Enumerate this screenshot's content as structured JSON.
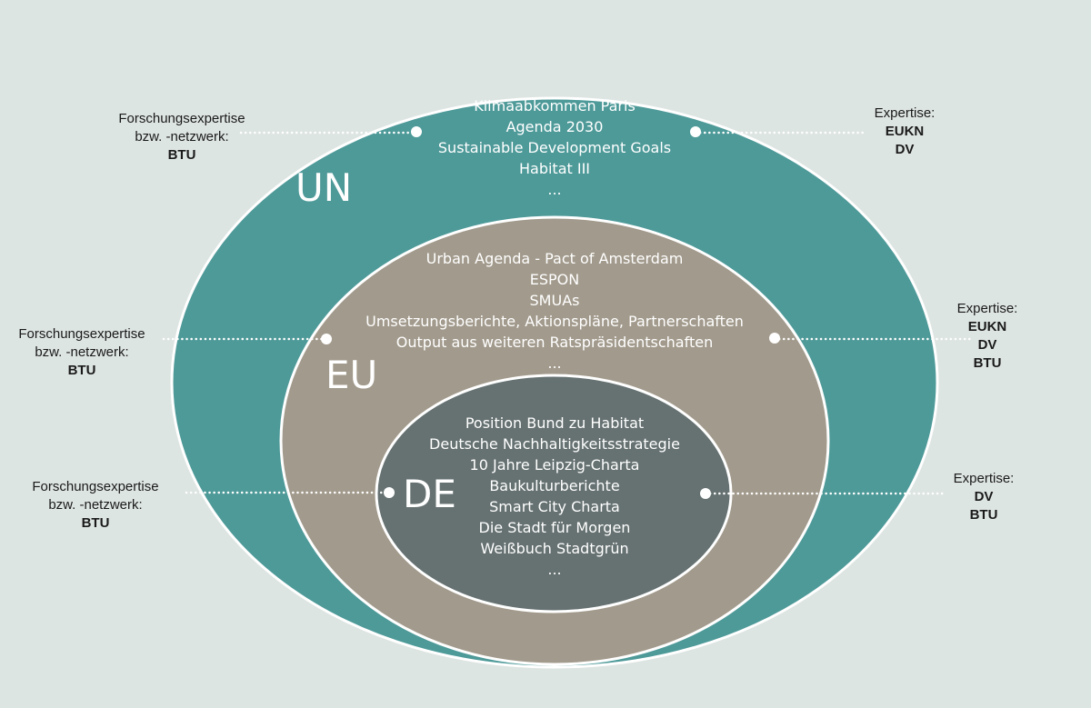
{
  "colors": {
    "background": "#dde5e2",
    "un_ring": "#4e9a99",
    "eu_ring": "#a29a8c",
    "de_ring": "#667171",
    "outline": "#ffffff"
  },
  "levels": {
    "un": {
      "label": "UN",
      "items": [
        "Klimaabkommen Paris",
        "Agenda 2030",
        "Sustainable Development Goals",
        "Habitat III",
        "..."
      ]
    },
    "eu": {
      "label": "EU",
      "items": [
        "Urban Agenda - Pact of Amsterdam",
        "ESPON",
        "SMUAs",
        "Umsetzungsberichte, Aktionspläne, Partnerschaften",
        "Output aus weiteren Ratspräsidentschaften",
        "..."
      ]
    },
    "de": {
      "label": "DE",
      "items": [
        "Position Bund zu Habitat",
        "Deutsche Nachhaltigkeitsstrategie",
        "10 Jahre Leipzig-Charta",
        "Baukulturberichte",
        "Smart City Charta",
        "Die Stadt für Morgen",
        "Weißbuch Stadtgrün",
        "..."
      ]
    }
  },
  "annotations": {
    "un_left": {
      "lines": [
        "Forschungsexpertise",
        "bzw. -netzwerk:"
      ],
      "bold": [
        "BTU"
      ]
    },
    "un_right": {
      "lines": [
        "Expertise:"
      ],
      "bold": [
        "EUKN",
        "DV"
      ]
    },
    "eu_left": {
      "lines": [
        "Forschungsexpertise",
        "bzw. -netzwerk:"
      ],
      "bold": [
        "BTU"
      ]
    },
    "eu_right": {
      "lines": [
        "Expertise:"
      ],
      "bold": [
        "EUKN",
        "DV",
        "BTU"
      ]
    },
    "de_left": {
      "lines": [
        "Forschungsexpertise",
        "bzw. -netzwerk:"
      ],
      "bold": [
        "BTU"
      ]
    },
    "de_right": {
      "lines": [
        "Expertise:"
      ],
      "bold": [
        "DV",
        "BTU"
      ]
    }
  }
}
